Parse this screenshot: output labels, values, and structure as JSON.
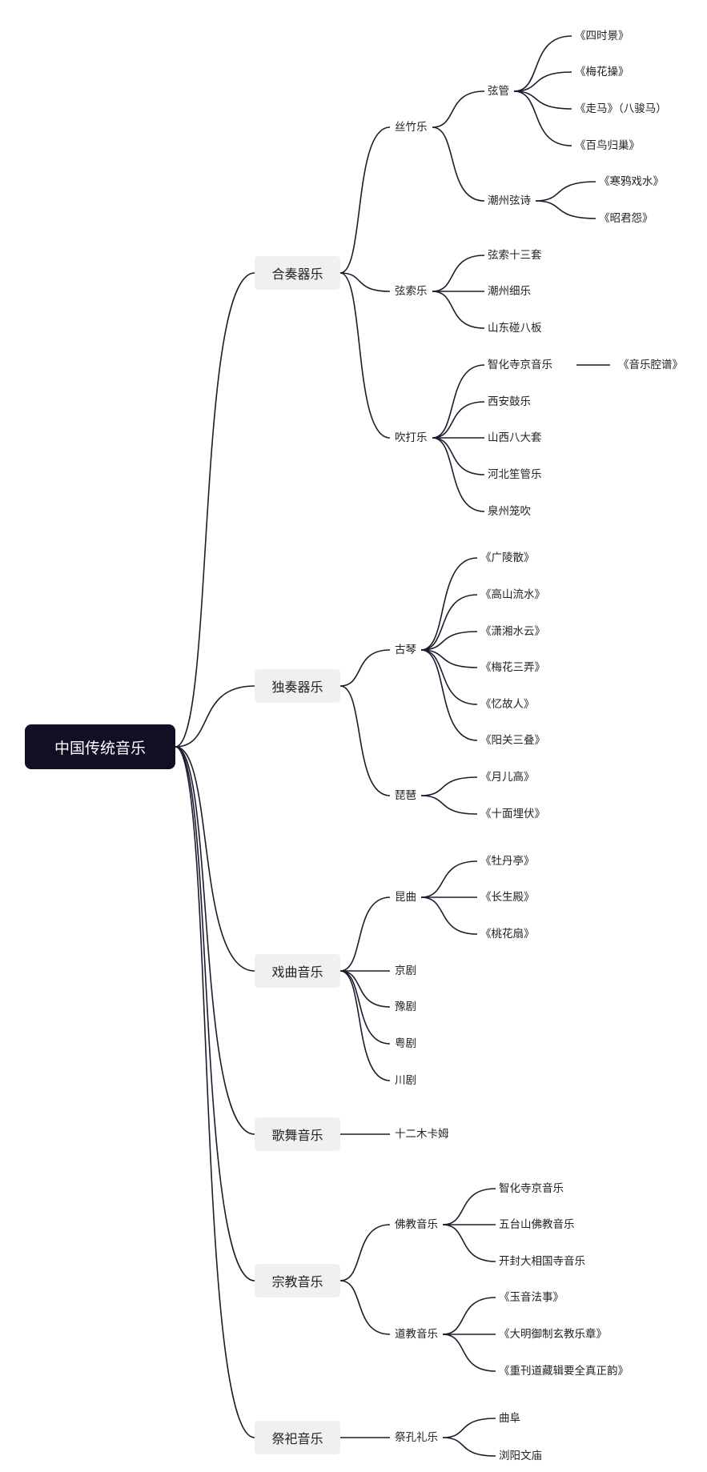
{
  "root": "中国传统音乐",
  "branches": [
    {
      "label": "合奏器乐",
      "children": [
        {
          "label": "丝竹乐",
          "children": [
            {
              "label": "弦管",
              "children": [
                {
                  "label": "《四时景》"
                },
                {
                  "label": "《梅花操》"
                },
                {
                  "label": "《走马》（八骏马）"
                },
                {
                  "label": "《百鸟归巢》"
                }
              ]
            },
            {
              "label": "潮州弦诗",
              "children": [
                {
                  "label": "《寒鸦戏水》"
                },
                {
                  "label": "《昭君怨》"
                }
              ]
            }
          ]
        },
        {
          "label": "弦索乐",
          "children": [
            {
              "label": "弦索十三套"
            },
            {
              "label": "潮州细乐"
            },
            {
              "label": "山东碰八板"
            }
          ]
        },
        {
          "label": "吹打乐",
          "children": [
            {
              "label": "智化寺京音乐",
              "children": [
                {
                  "label": "《音乐腔谱》"
                }
              ]
            },
            {
              "label": "西安鼓乐"
            },
            {
              "label": "山西八大套"
            },
            {
              "label": "河北笙管乐"
            },
            {
              "label": "泉州笼吹"
            }
          ]
        }
      ]
    },
    {
      "label": "独奏器乐",
      "children": [
        {
          "label": "古琴",
          "children": [
            {
              "label": "《广陵散》"
            },
            {
              "label": "《高山流水》"
            },
            {
              "label": "《潇湘水云》"
            },
            {
              "label": "《梅花三弄》"
            },
            {
              "label": "《忆故人》"
            },
            {
              "label": "《阳关三叠》"
            }
          ]
        },
        {
          "label": "琵琶",
          "children": [
            {
              "label": "《月儿高》"
            },
            {
              "label": "《十面埋伏》"
            }
          ]
        }
      ]
    },
    {
      "label": "戏曲音乐",
      "children": [
        {
          "label": "昆曲",
          "children": [
            {
              "label": "《牡丹亭》"
            },
            {
              "label": "《长生殿》"
            },
            {
              "label": "《桃花扇》"
            }
          ]
        },
        {
          "label": "京剧"
        },
        {
          "label": "豫剧"
        },
        {
          "label": "粤剧"
        },
        {
          "label": "川剧"
        }
      ]
    },
    {
      "label": "歌舞音乐",
      "children": [
        {
          "label": "十二木卡姆"
        }
      ]
    },
    {
      "label": "宗教音乐",
      "children": [
        {
          "label": "佛教音乐",
          "children": [
            {
              "label": "智化寺京音乐"
            },
            {
              "label": "五台山佛教音乐"
            },
            {
              "label": "开封大相国寺音乐"
            }
          ]
        },
        {
          "label": "道教音乐",
          "children": [
            {
              "label": "《玉音法事》"
            },
            {
              "label": "《大明御制玄教乐章》"
            },
            {
              "label": "《重刊道藏辑要全真正韵》"
            }
          ]
        }
      ]
    },
    {
      "label": "祭祀音乐",
      "children": [
        {
          "label": "祭孔礼乐",
          "children": [
            {
              "label": "曲阜"
            },
            {
              "label": "浏阳文庙"
            }
          ]
        }
      ]
    }
  ],
  "colors": {
    "root_bg": "#120f24",
    "root_text": "#ffffff",
    "branch_bg": "#f0f0f0",
    "line": "#1c1c2e",
    "text": "#222222"
  }
}
